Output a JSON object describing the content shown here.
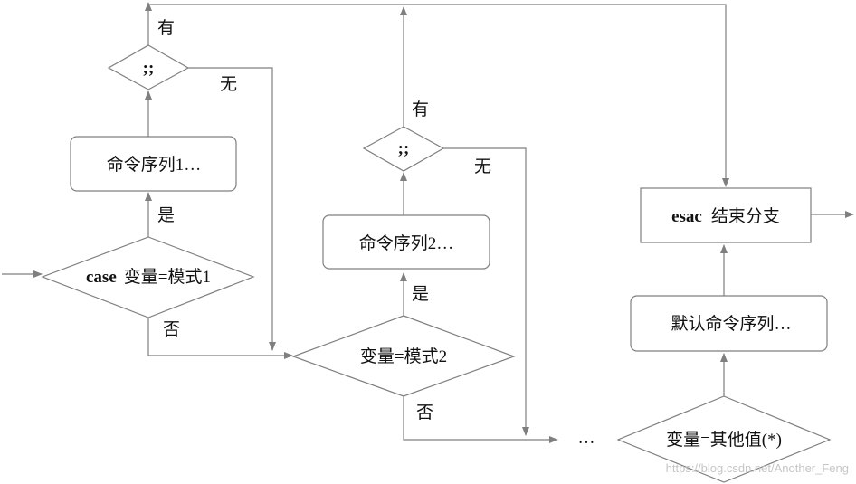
{
  "nodes": {
    "case_check": {
      "bold": "case",
      "label": "变量=模式1"
    },
    "seq1": {
      "label": "命令序列1…"
    },
    "semi1": {
      "label": ";;"
    },
    "pattern2": {
      "label": "变量=模式2"
    },
    "seq2": {
      "label": "命令序列2…"
    },
    "semi2": {
      "label": ";;"
    },
    "default_check": {
      "label": "变量=其他值(*)"
    },
    "default_seq": {
      "label": "默认命令序列…"
    },
    "esac": {
      "bold": "esac",
      "label": "结束分支"
    },
    "ellipsis": {
      "label": "…"
    }
  },
  "edge_labels": {
    "yes1": "是",
    "no1": "否",
    "has1": "有",
    "none1": "无",
    "yes2": "是",
    "no2": "否",
    "has2": "有",
    "none2": "无"
  },
  "watermark": "https://blog.csdn.net/Another_Feng"
}
